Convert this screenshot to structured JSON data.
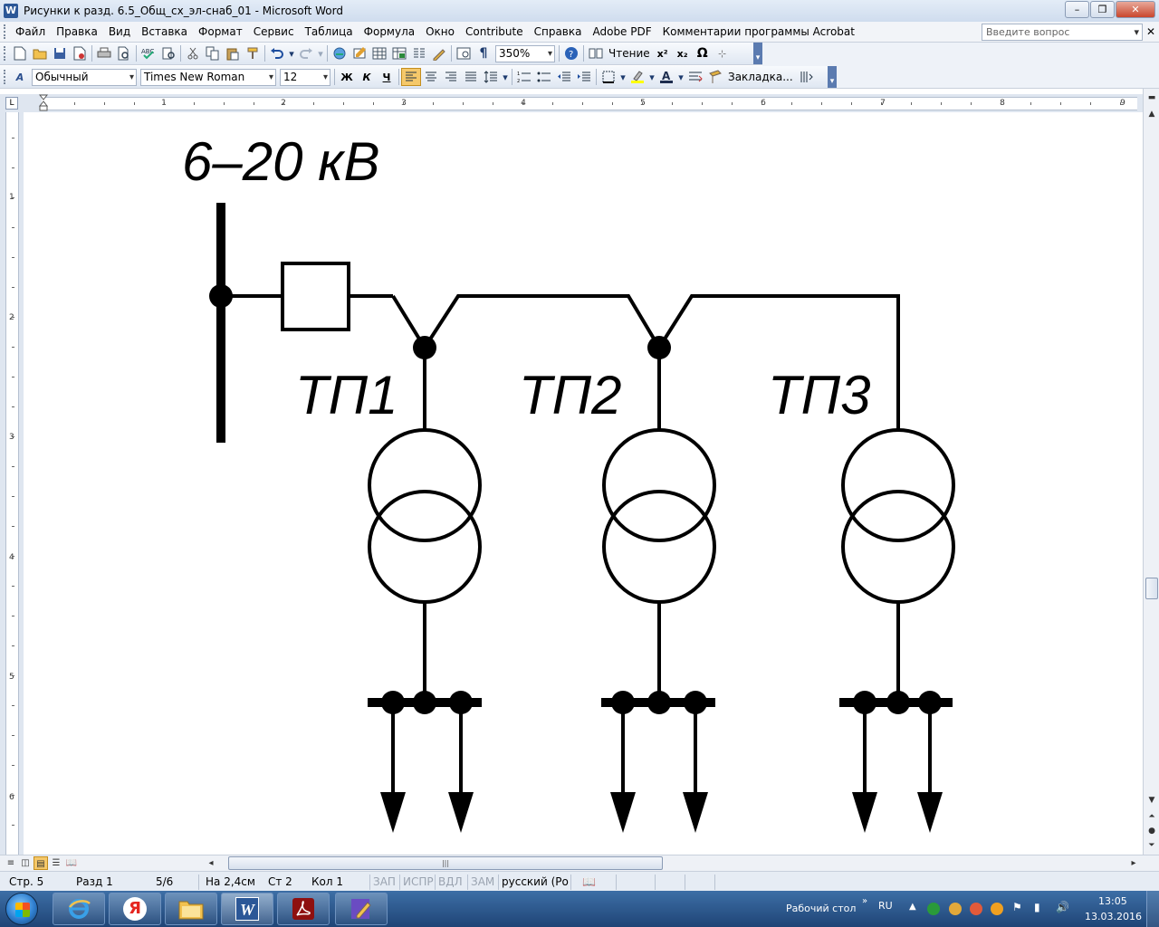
{
  "window": {
    "title": "Рисунки к разд. 6.5_Общ_сх_эл-снаб_01 - Microsoft Word",
    "minimize": "–",
    "restore": "❐",
    "close": "✕"
  },
  "menu": {
    "items": [
      {
        "name": "file",
        "label": "Файл"
      },
      {
        "name": "edit",
        "label": "Правка"
      },
      {
        "name": "view",
        "label": "Вид"
      },
      {
        "name": "insert",
        "label": "Вставка"
      },
      {
        "name": "format",
        "label": "Формат"
      },
      {
        "name": "service",
        "label": "Сервис"
      },
      {
        "name": "table",
        "label": "Таблица"
      },
      {
        "name": "formula",
        "label": "Формула"
      },
      {
        "name": "window",
        "label": "Окно"
      },
      {
        "name": "contribute",
        "label": "Contribute"
      },
      {
        "name": "help",
        "label": "Справка"
      },
      {
        "name": "adobe-pdf",
        "label": "Adobe PDF"
      },
      {
        "name": "acrobat-comments",
        "label": "Комментарии программы Acrobat"
      }
    ],
    "help_placeholder": "Введите вопрос",
    "doc_close": "✕"
  },
  "standard_toolbar": {
    "zoom": "350%",
    "reading_label": "Чтение",
    "superscript": "x²",
    "subscript": "x₂",
    "omega": "Ω"
  },
  "format_toolbar": {
    "style": "Обычный",
    "font": "Times New Roman",
    "size": "12",
    "bold": "Ж",
    "italic": "К",
    "underline": "Ч",
    "bookmark_label": "Закладка..."
  },
  "ruler": {
    "h_numbers": [
      "1",
      "2",
      "3",
      "4",
      "5",
      "6",
      "7",
      "8",
      "9"
    ],
    "v_numbers": [
      "1",
      "2",
      "3",
      "4",
      "5",
      "6"
    ]
  },
  "diagram": {
    "voltage_label": "6–20 кВ",
    "tp_labels": [
      "ТП1",
      "ТП2",
      "ТП3"
    ]
  },
  "statusbar": {
    "page": "Стр. 5",
    "section": "Разд 1",
    "pages": "5/6",
    "at": "На 2,4см",
    "line": "Ст 2",
    "col": "Кол 1",
    "rec": "ЗАП",
    "trk": "ИСПР",
    "ext": "ВДЛ",
    "ovr": "ЗАМ",
    "language": "русский (Ро"
  },
  "taskbar": {
    "desktop_label": "Рабочий стол",
    "lang": "RU",
    "time": "13:05",
    "date": "13.03.2016",
    "yandex_glyph": "Я",
    "word_glyph": "W"
  }
}
